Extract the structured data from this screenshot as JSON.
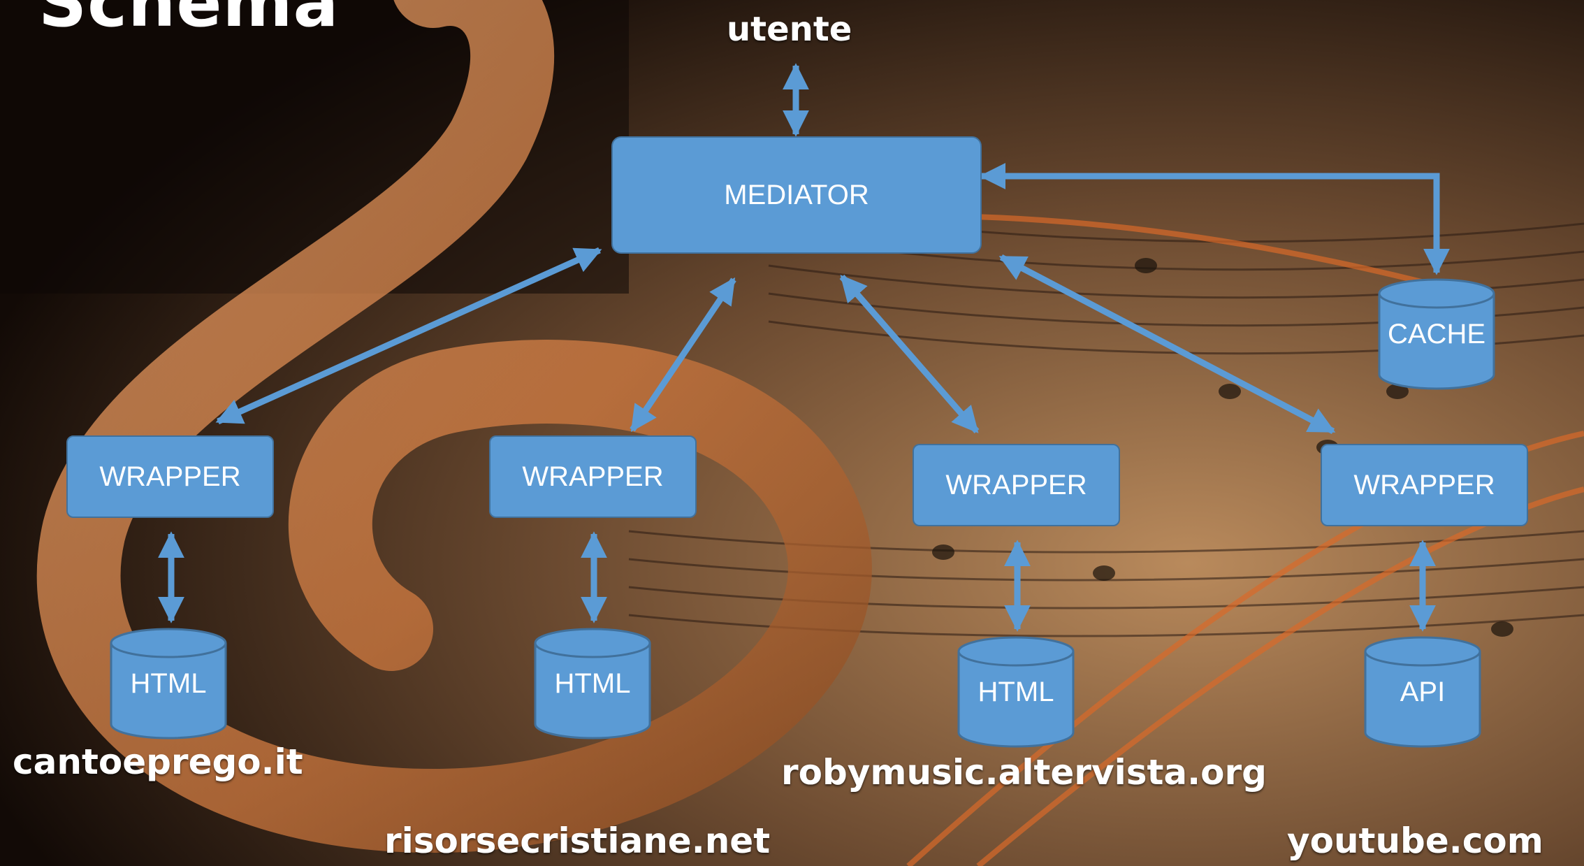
{
  "slide": {
    "title": "Schema",
    "user_label": "utente",
    "mediator": "MEDIATOR",
    "cache": "CACHE",
    "wrappers": [
      "WRAPPER",
      "WRAPPER",
      "WRAPPER",
      "WRAPPER"
    ],
    "sources": [
      "HTML",
      "HTML",
      "HTML",
      "API"
    ],
    "sites": [
      "cantoeprego.it",
      "risorsecristiane.net",
      "robymusic.altervista.org",
      "youtube.com"
    ]
  },
  "colors": {
    "box_fill": "#5b9bd5",
    "box_border": "#41719c",
    "arrow": "#5b9bd5",
    "text": "#ffffff"
  }
}
